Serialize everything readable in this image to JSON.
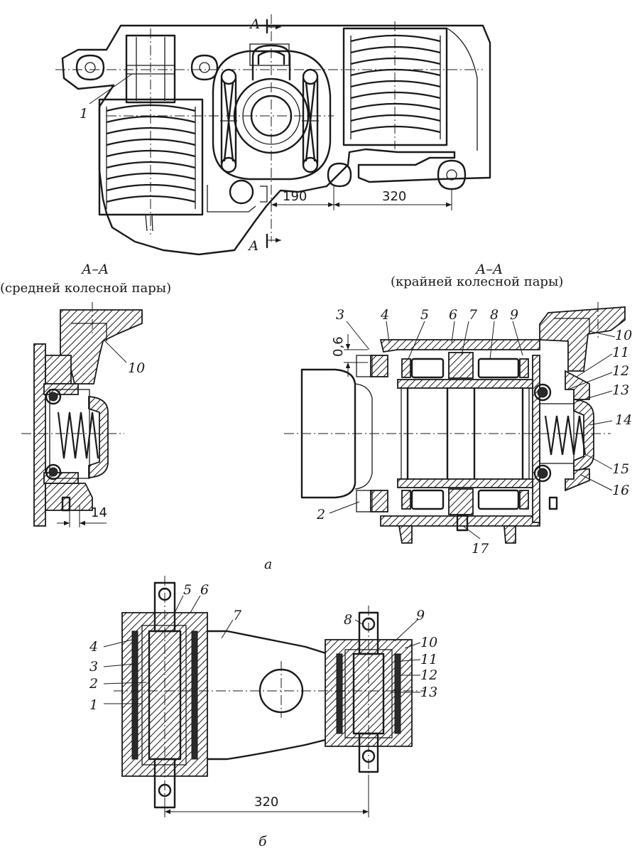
{
  "section_mark": "А",
  "view_a": {
    "dim_190": "190",
    "dim_320": "320",
    "label_1": "1",
    "section_left_title": "А–А",
    "section_left_sub": "(средней колесной пары)",
    "section_right_title": "А–А",
    "section_right_sub": "(крайней колесной пары)",
    "left_label_10": "10",
    "left_dim_14": "14",
    "right_dim_06": "0,6",
    "right_labels": [
      "2",
      "3",
      "4",
      "5",
      "6",
      "7",
      "8",
      "9",
      "10",
      "11",
      "12",
      "13",
      "14",
      "15",
      "16",
      "17"
    ],
    "caption": "а"
  },
  "view_b": {
    "labels": [
      "1",
      "2",
      "3",
      "4",
      "5",
      "6",
      "7",
      "8",
      "9",
      "10",
      "11",
      "12",
      "13"
    ],
    "dim_320": "320",
    "caption": "б"
  }
}
